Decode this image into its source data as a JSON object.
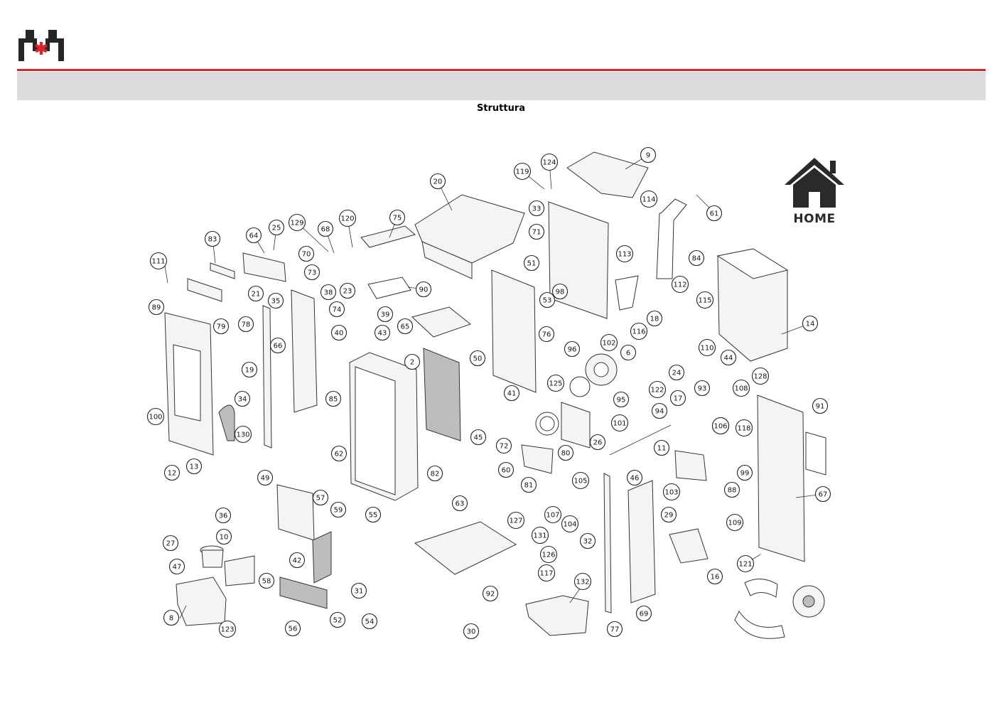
{
  "header": {
    "title": "Struttura",
    "brand_color": "#d9262c",
    "bar_color": "#dcdcdc"
  },
  "home_button": {
    "label": "HOME",
    "icon": "home-icon"
  },
  "diagram": {
    "callouts": [
      "2",
      "6",
      "8",
      "9",
      "10",
      "11",
      "12",
      "13",
      "14",
      "16",
      "17",
      "18",
      "19",
      "20",
      "21",
      "23",
      "24",
      "25",
      "26",
      "27",
      "29",
      "30",
      "31",
      "32",
      "33",
      "34",
      "35",
      "36",
      "38",
      "39",
      "40",
      "41",
      "42",
      "43",
      "44",
      "45",
      "46",
      "47",
      "49",
      "50",
      "51",
      "52",
      "53",
      "54",
      "55",
      "56",
      "57",
      "58",
      "59",
      "60",
      "61",
      "62",
      "63",
      "64",
      "65",
      "66",
      "67",
      "68",
      "69",
      "70",
      "71",
      "72",
      "73",
      "74",
      "75",
      "76",
      "77",
      "78",
      "79",
      "80",
      "81",
      "82",
      "83",
      "84",
      "85",
      "88",
      "89",
      "90",
      "91",
      "92",
      "93",
      "94",
      "95",
      "96",
      "98",
      "99",
      "100",
      "101",
      "102",
      "103",
      "104",
      "105",
      "106",
      "106",
      "107",
      "108",
      "109",
      "110",
      "111",
      "112",
      "113",
      "114",
      "115",
      "116",
      "117",
      "118",
      "119",
      "120",
      "121",
      "122",
      "123",
      "124",
      "125",
      "126",
      "127",
      "128",
      "129",
      "130",
      "131",
      "132"
    ]
  }
}
